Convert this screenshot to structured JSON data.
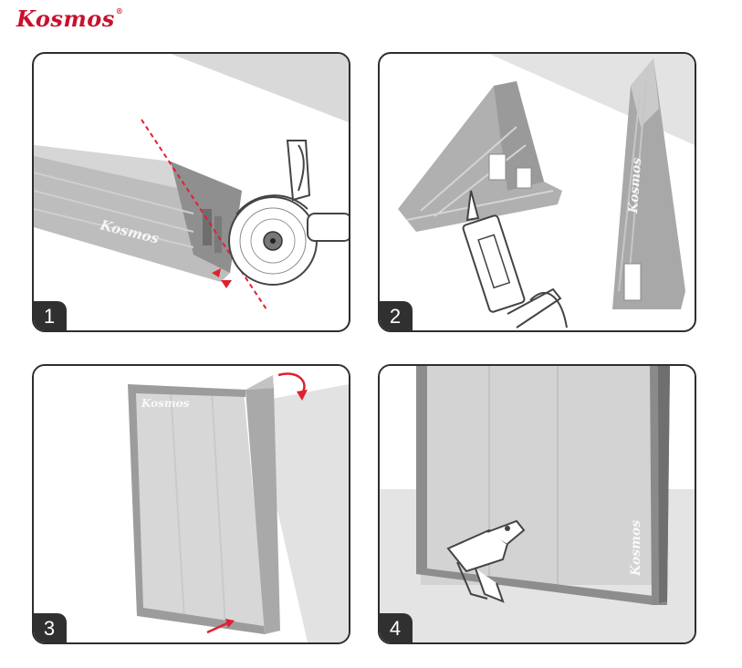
{
  "header": {
    "brand": "Kosmos",
    "registered_mark": "®",
    "brand_color": "#c8102e"
  },
  "panels": [
    {
      "number": "1",
      "brand_mark": "Kosmos",
      "icon": "angle-grinder-icon"
    },
    {
      "number": "2",
      "brand_mark": "Kosmos",
      "icon": "caulk-gun-icon"
    },
    {
      "number": "3",
      "brand_mark": "Kosmos",
      "icon": "rotate-arrow-icon"
    },
    {
      "number": "4",
      "brand_mark": "Kosmos",
      "icon": "nail-gun-icon"
    }
  ],
  "colors": {
    "panel_border": "#2e2e2e",
    "label_background": "#303030",
    "profile_gray": "#b3b3b3",
    "accent_red": "#e0202f"
  }
}
